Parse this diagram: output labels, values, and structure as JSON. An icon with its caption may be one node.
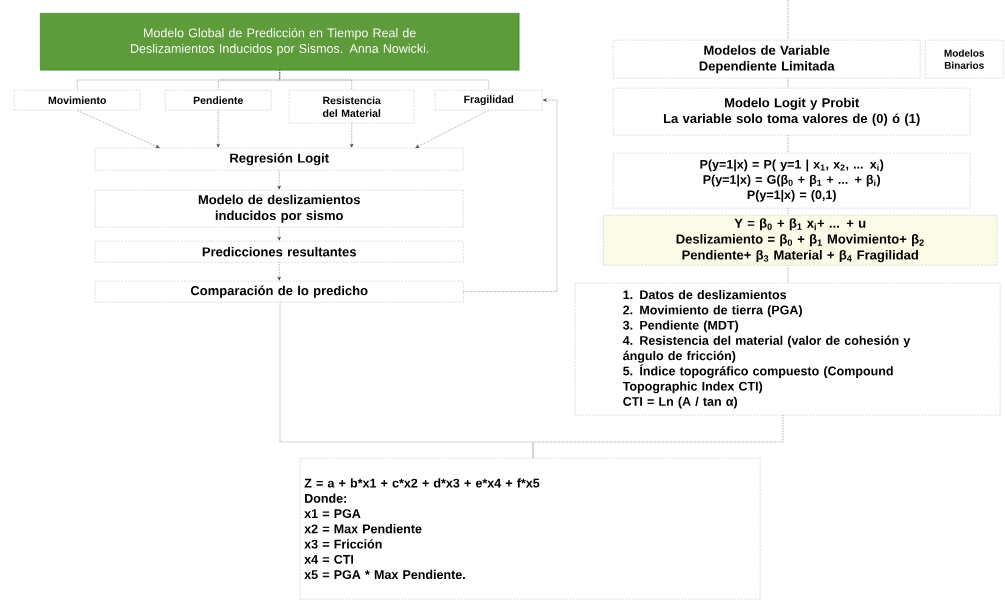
{
  "diagram": {
    "nodes": [
      {
        "text": [
          "Modelo Global de Predicción en Tiempo Real de Deslizamientos Inducidos por Sismos. Anna Nowicki."
        ]
      },
      {
        "text": [
          "Movimiento"
        ]
      },
      {
        "text": [
          "Pendiente"
        ]
      },
      {
        "text": [
          "Resistencia del Material"
        ]
      },
      {
        "text": [
          "Fragilidad"
        ]
      },
      {
        "text": [
          "Regresión Logit"
        ]
      },
      {
        "text": [
          "Modelo de deslizamientos inducidos por sismo"
        ]
      },
      {
        "text": [
          "Predicciones resultantes"
        ]
      },
      {
        "text": [
          "Comparación de lo predicho"
        ]
      },
      {
        "text": [
          "Modelos de Variable Dependiente Limitada"
        ]
      },
      {
        "text": [
          "Modelos Binarios"
        ]
      },
      {
        "text": [
          "Modelo Logit y Probit",
          "La variable solo toma valores de (0) ó (1)"
        ]
      },
      {
        "text": [
          "P(y=1|x) = P( y=1 | x$_{1}$, x$_{2}$, ... x$_{i}$)",
          "P(y=1|x) = G(β$_{0}$ + β$_{1}$ + ... + β$_{i}$)",
          "P(y=1|x) = (0,1)"
        ]
      },
      {
        "text": [
          "Y = β$_{0}$ + β$_{1}$ x$_{i}$+ ... + u",
          "Deslizamiento = β$_{0}$ + β$_{1}$ Movimiento+ β$_{2}$ Pendiente+ β$_{3}$ Material + β$_{4}$ Fragilidad"
        ]
      },
      {
        "text": [
          "1. Datos de deslizamientos",
          "2. Movimiento de tierra (PGA)",
          "3. Pendiente (MDT)",
          "4. Resistencia del material (valor de cohesión y ángulo de fricción)",
          "5. Índice topográfico compuesto (Compound Topographic Index CTI)",
          "CTI = Ln (A / tan α)"
        ]
      },
      {
        "text": [
          "Z = a + b*x1 + c*x2 + d*x3 + e*x4 + f*x5",
          "Donde:",
          "x1 = PGA",
          "x2 = Max Pendiente",
          "x3 = Fricción",
          "x4 = CTI",
          "x5 = PGA * Max Pendiente."
        ]
      }
    ],
    "edges": [
      {
        "from": 0,
        "to": 1,
        "arrow": "none"
      },
      {
        "from": 0,
        "to": 2,
        "arrow": "none"
      },
      {
        "from": 0,
        "to": 3,
        "arrow": "none"
      },
      {
        "from": 0,
        "to": 4,
        "arrow": "none"
      },
      {
        "from": 1,
        "to": 5,
        "arrow": "to"
      },
      {
        "from": 2,
        "to": 5,
        "arrow": "to"
      },
      {
        "from": 3,
        "to": 5,
        "arrow": "to"
      },
      {
        "from": 4,
        "to": 5,
        "arrow": "to"
      },
      {
        "from": 5,
        "to": 6,
        "arrow": "to"
      },
      {
        "from": 6,
        "to": 7,
        "arrow": "to"
      },
      {
        "from": 7,
        "to": 8,
        "arrow": "to"
      },
      {
        "from": 8,
        "to": 4,
        "arrow": "to"
      },
      {
        "from": null,
        "to": 9,
        "arrow": "none"
      },
      {
        "from": 9,
        "to": 11,
        "arrow": "none"
      },
      {
        "from": 11,
        "to": 12,
        "arrow": "none"
      },
      {
        "from": 12,
        "to": 13,
        "arrow": "none"
      },
      {
        "from": 13,
        "to": 14,
        "arrow": "none"
      },
      {
        "from": 8,
        "to": 15,
        "arrow": "none"
      },
      {
        "from": 14,
        "to": 15,
        "arrow": "none"
      }
    ]
  }
}
